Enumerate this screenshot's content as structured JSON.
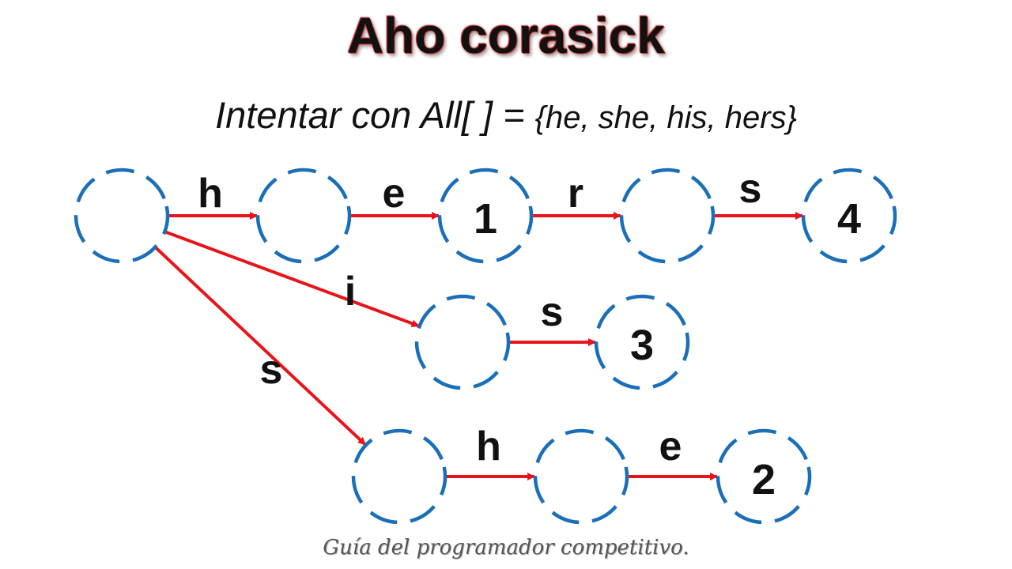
{
  "title": "Aho corasick",
  "subtitle": {
    "prefix": "Intentar con All[ ] = ",
    "set": "{he, she, his, hers}"
  },
  "footer": "Guía del programador competitivo.",
  "colors": {
    "node_stroke": "#1b6fb8",
    "edge": "#e8141a",
    "text": "#111111"
  },
  "trie": {
    "nodes": [
      {
        "id": "root",
        "output": ""
      },
      {
        "id": "h",
        "output": ""
      },
      {
        "id": "he",
        "output": "1"
      },
      {
        "id": "her",
        "output": ""
      },
      {
        "id": "hers",
        "output": "4"
      },
      {
        "id": "hi",
        "output": ""
      },
      {
        "id": "his",
        "output": "3"
      },
      {
        "id": "s",
        "output": ""
      },
      {
        "id": "sh",
        "output": ""
      },
      {
        "id": "she",
        "output": "2"
      }
    ],
    "edges": [
      {
        "from": "root",
        "to": "h",
        "label": "h"
      },
      {
        "from": "h",
        "to": "he",
        "label": "e"
      },
      {
        "from": "he",
        "to": "her",
        "label": "r"
      },
      {
        "from": "her",
        "to": "hers",
        "label": "s"
      },
      {
        "from": "root",
        "to": "hi",
        "label": "i"
      },
      {
        "from": "hi",
        "to": "his",
        "label": "s"
      },
      {
        "from": "root",
        "to": "s",
        "label": "s"
      },
      {
        "from": "s",
        "to": "sh",
        "label": "h"
      },
      {
        "from": "sh",
        "to": "she",
        "label": "e"
      }
    ]
  }
}
